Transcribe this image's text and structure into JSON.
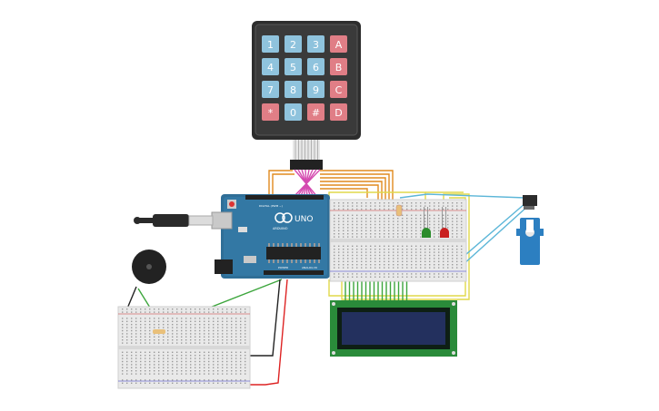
{
  "keypad": {
    "keys": [
      {
        "label": "1",
        "kind": "num"
      },
      {
        "label": "2",
        "kind": "num"
      },
      {
        "label": "3",
        "kind": "num"
      },
      {
        "label": "A",
        "kind": "letter"
      },
      {
        "label": "4",
        "kind": "num"
      },
      {
        "label": "5",
        "kind": "num"
      },
      {
        "label": "6",
        "kind": "num"
      },
      {
        "label": "B",
        "kind": "letter"
      },
      {
        "label": "7",
        "kind": "num"
      },
      {
        "label": "8",
        "kind": "num"
      },
      {
        "label": "9",
        "kind": "num"
      },
      {
        "label": "C",
        "kind": "letter"
      },
      {
        "label": "*",
        "kind": "letter"
      },
      {
        "label": "0",
        "kind": "num"
      },
      {
        "label": "#",
        "kind": "letter"
      },
      {
        "label": "D",
        "kind": "letter"
      }
    ]
  },
  "arduino": {
    "brand": "UNO",
    "sub_brand": "ARDUINO",
    "power_label": "POWER",
    "analog_label": "ANALOG IN",
    "digital_label": "DIGITAL (PWM ~)"
  },
  "colors": {
    "keypad_body": "#2d2d2d",
    "key_num": "#8fc3dd",
    "key_letter": "#e07e86",
    "arduino_board": "#2f6e97",
    "breadboard": "#e9e9e9",
    "lcd_pcb": "#2a8b3a",
    "lcd_screen": "#23305e",
    "wire_orange": "#e08a1e",
    "wire_pink": "#d44ab0",
    "wire_green": "#3da63d",
    "wire_yellow": "#e1d94a",
    "wire_cyan": "#5cb6d8",
    "wire_red": "#d22",
    "wire_black": "#222",
    "servo": "#2c7fc1",
    "led_green": "#2a8b2a",
    "led_red": "#c92020"
  },
  "icons": [
    "usb-cable-icon",
    "buzzer-icon",
    "resistor-icon",
    "servo-icon",
    "led-icon"
  ]
}
